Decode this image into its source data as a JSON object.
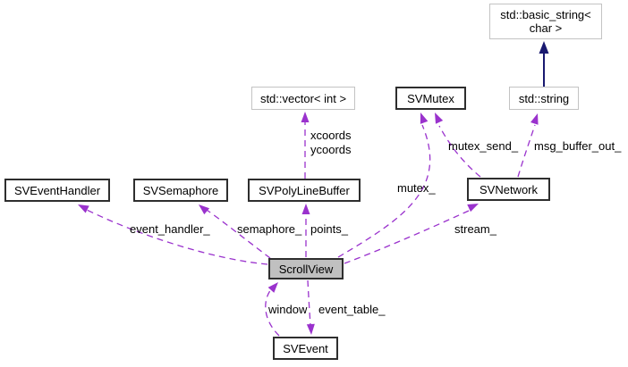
{
  "diagram": {
    "focus_class": "ScrollView",
    "colors": {
      "dependency_edge": "#9a32cd",
      "inheritance_edge": "#191970",
      "class_border": "#2e2e2e",
      "external_border": "#c3c3c3",
      "focus_fill": "#c0c0c0"
    },
    "nodes": [
      {
        "id": "std-basic-string",
        "label": "std::basic_string<\nchar >",
        "kind": "external"
      },
      {
        "id": "std-vector-int",
        "label": "std::vector< int >",
        "kind": "external"
      },
      {
        "id": "svmutex",
        "label": "SVMutex",
        "kind": "class"
      },
      {
        "id": "std-string",
        "label": "std::string",
        "kind": "external"
      },
      {
        "id": "sveventhandler",
        "label": "SVEventHandler",
        "kind": "class"
      },
      {
        "id": "svsemaphore",
        "label": "SVSemaphore",
        "kind": "class"
      },
      {
        "id": "svpolylinebuffer",
        "label": "SVPolyLineBuffer",
        "kind": "class"
      },
      {
        "id": "svnetwork",
        "label": "SVNetwork",
        "kind": "class"
      },
      {
        "id": "scrollview",
        "label": "ScrollView",
        "kind": "focus"
      },
      {
        "id": "svevent",
        "label": "SVEvent",
        "kind": "class"
      }
    ],
    "edges": [
      {
        "from": "std::string",
        "to": "std::basic_string< char >",
        "label": "",
        "type": "inheritance"
      },
      {
        "from": "SVPolyLineBuffer",
        "to": "std::vector< int >",
        "label": "xcoords\nycoords",
        "type": "dependency"
      },
      {
        "from": "ScrollView",
        "to": "SVEventHandler",
        "label": "event_handler_",
        "type": "dependency"
      },
      {
        "from": "ScrollView",
        "to": "SVSemaphore",
        "label": "semaphore_",
        "type": "dependency"
      },
      {
        "from": "ScrollView",
        "to": "SVPolyLineBuffer",
        "label": "points_",
        "type": "dependency"
      },
      {
        "from": "ScrollView",
        "to": "SVMutex",
        "label": "mutex_",
        "type": "dependency"
      },
      {
        "from": "ScrollView",
        "to": "SVNetwork",
        "label": "stream_",
        "type": "dependency"
      },
      {
        "from": "SVNetwork",
        "to": "SVMutex",
        "label": "mutex_send_",
        "type": "dependency"
      },
      {
        "from": "SVNetwork",
        "to": "std::string",
        "label": "msg_buffer_out_",
        "type": "dependency"
      },
      {
        "from": "SVEvent",
        "to": "ScrollView",
        "label": "window",
        "type": "dependency"
      },
      {
        "from": "ScrollView",
        "to": "SVEvent",
        "label": "event_table_",
        "type": "dependency"
      }
    ]
  }
}
